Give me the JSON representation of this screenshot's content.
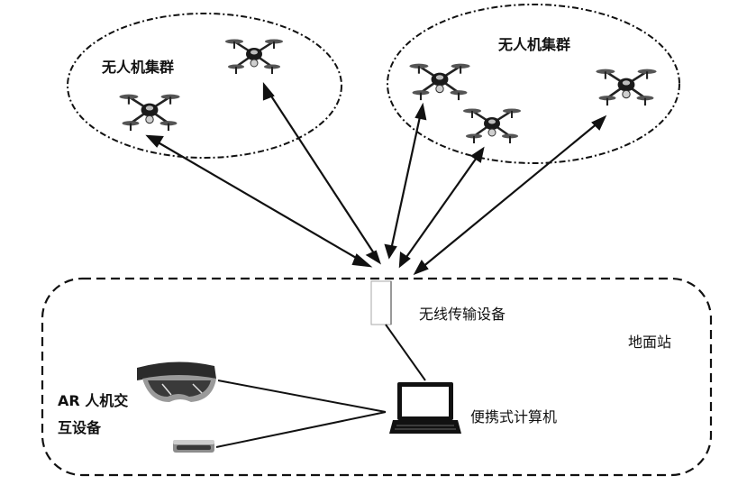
{
  "clusters": [
    {
      "title": "无人机集群"
    },
    {
      "title": "无人机集群"
    }
  ],
  "ground_station": {
    "title": "地面站",
    "wireless_device": "无线传输设备",
    "laptop": "便携式计算机",
    "ar_device_line1": "AR 人机交",
    "ar_device_line2": "互设备"
  },
  "colors": {
    "line": "#111111",
    "background": "#ffffff"
  },
  "icons": [
    "drone-icon",
    "ar-headset-icon",
    "depth-sensor-icon",
    "laptop-icon",
    "wireless-transmitter-icon"
  ]
}
